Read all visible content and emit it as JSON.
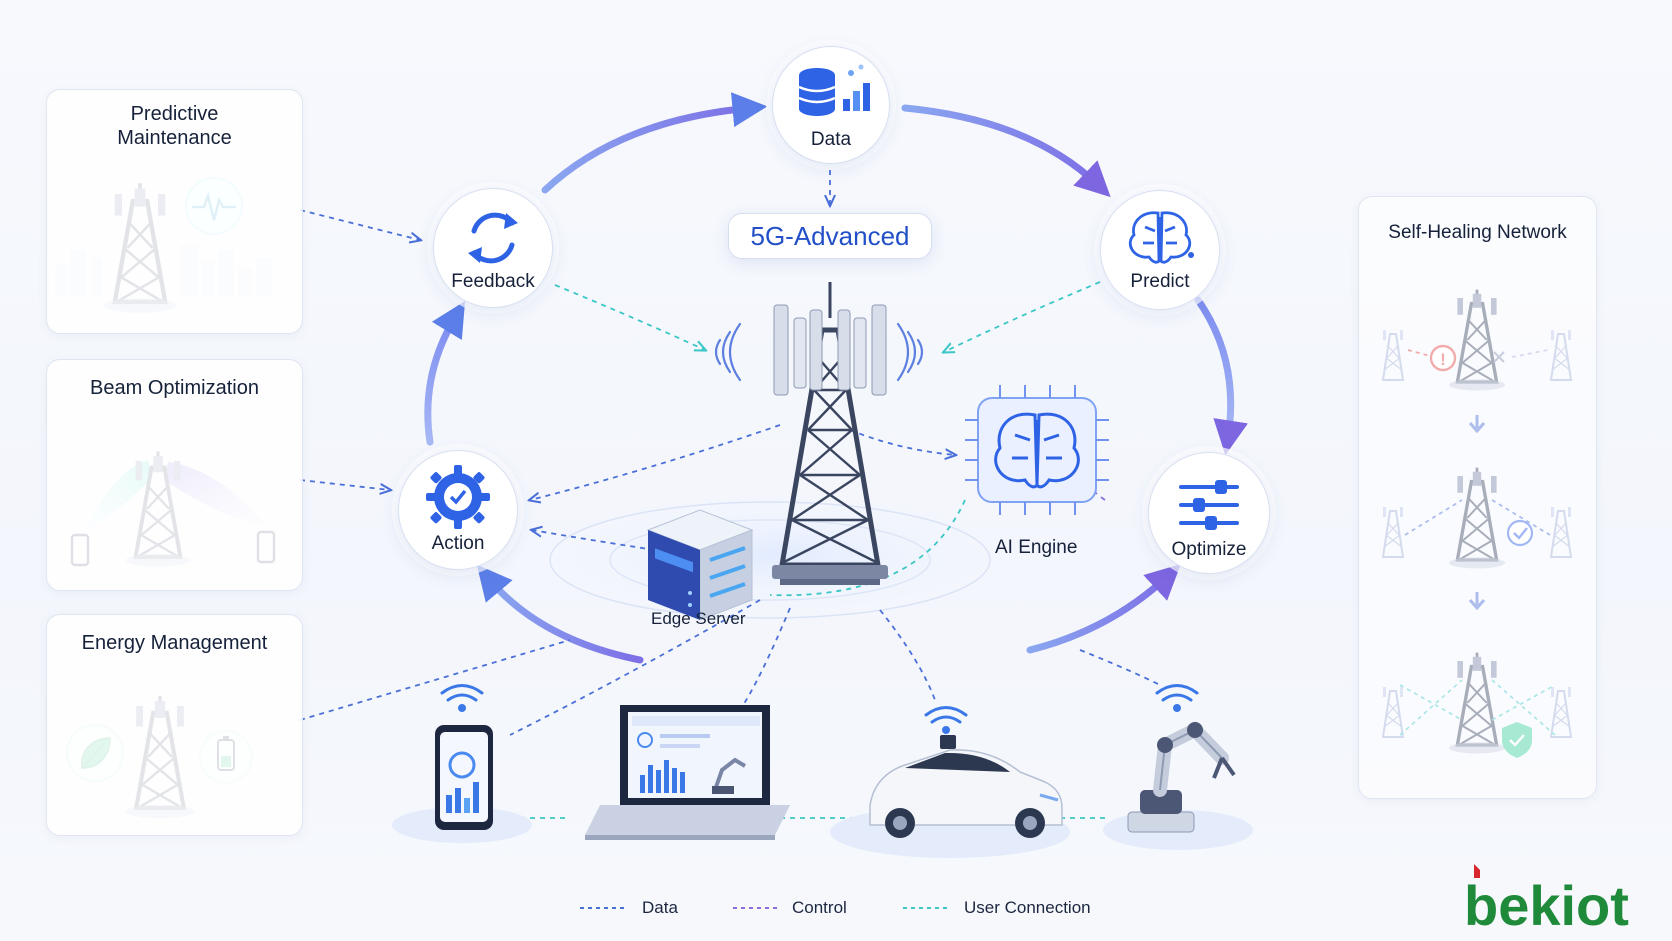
{
  "left_cards": [
    {
      "title_line1": "Predictive",
      "title_line2": "Maintenance"
    },
    {
      "title": "Beam Optimization"
    },
    {
      "title": "Energy Management"
    }
  ],
  "cycle_nodes": {
    "data": "Data",
    "predict": "Predict",
    "optimize": "Optimize",
    "action": "Action",
    "feedback": "Feedback"
  },
  "center": {
    "title": "5G-Advanced",
    "ai_engine": "AI Engine",
    "edge_server": "Edge Server"
  },
  "right_panel": {
    "title": "Self-Healing Network"
  },
  "legend": {
    "data": "Data",
    "control": "Control",
    "user_connection": "User Connection"
  },
  "brand": {
    "logo_text": "bekiot"
  },
  "colors": {
    "data_line": "#4a6fd8",
    "control_line": "#8a6fe0",
    "user_line": "#3cc6c6",
    "accent": "#2f63e6",
    "logo_green": "#1e8a3a",
    "logo_red": "#d8262c"
  }
}
